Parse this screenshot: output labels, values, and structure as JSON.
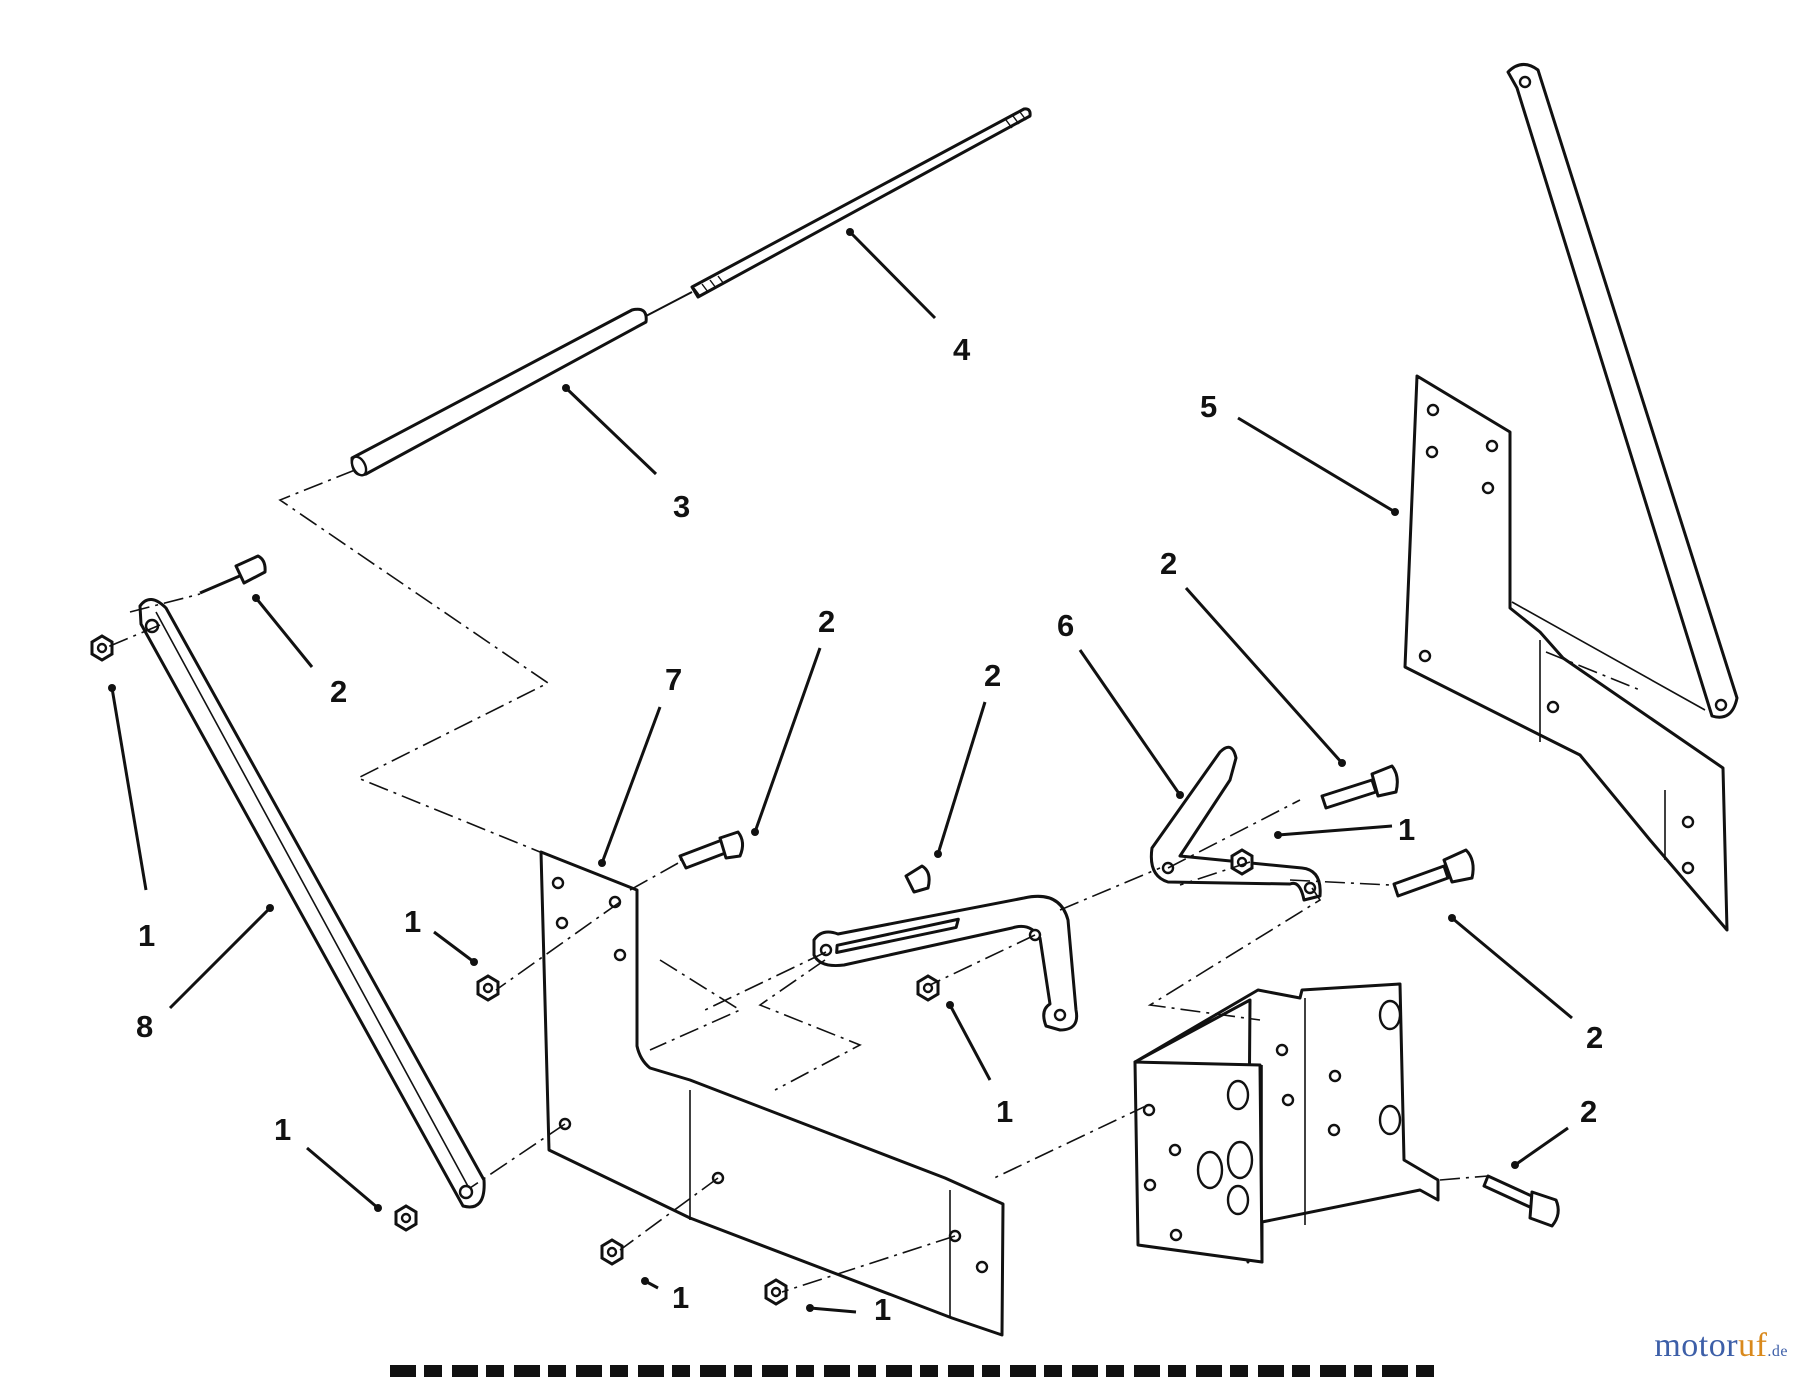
{
  "diagram": {
    "callouts": [
      {
        "id": "c4",
        "label": "4"
      },
      {
        "id": "c3",
        "label": "3"
      },
      {
        "id": "c5",
        "label": "5"
      },
      {
        "id": "c2a",
        "label": "2"
      },
      {
        "id": "c1a",
        "label": "1"
      },
      {
        "id": "c8",
        "label": "8"
      },
      {
        "id": "c7",
        "label": "7"
      },
      {
        "id": "c2b",
        "label": "2"
      },
      {
        "id": "c2c",
        "label": "2"
      },
      {
        "id": "c6",
        "label": "6"
      },
      {
        "id": "c2d",
        "label": "2"
      },
      {
        "id": "c1b",
        "label": "1"
      },
      {
        "id": "c1c",
        "label": "1"
      },
      {
        "id": "c1d",
        "label": "1"
      },
      {
        "id": "c2e",
        "label": "2"
      },
      {
        "id": "c2f",
        "label": "2"
      },
      {
        "id": "c1e",
        "label": "1"
      },
      {
        "id": "c1f",
        "label": "1"
      },
      {
        "id": "c1g",
        "label": "1"
      }
    ]
  },
  "watermark": {
    "part1": "motor",
    "part2": "uf",
    "part3": ".de"
  }
}
